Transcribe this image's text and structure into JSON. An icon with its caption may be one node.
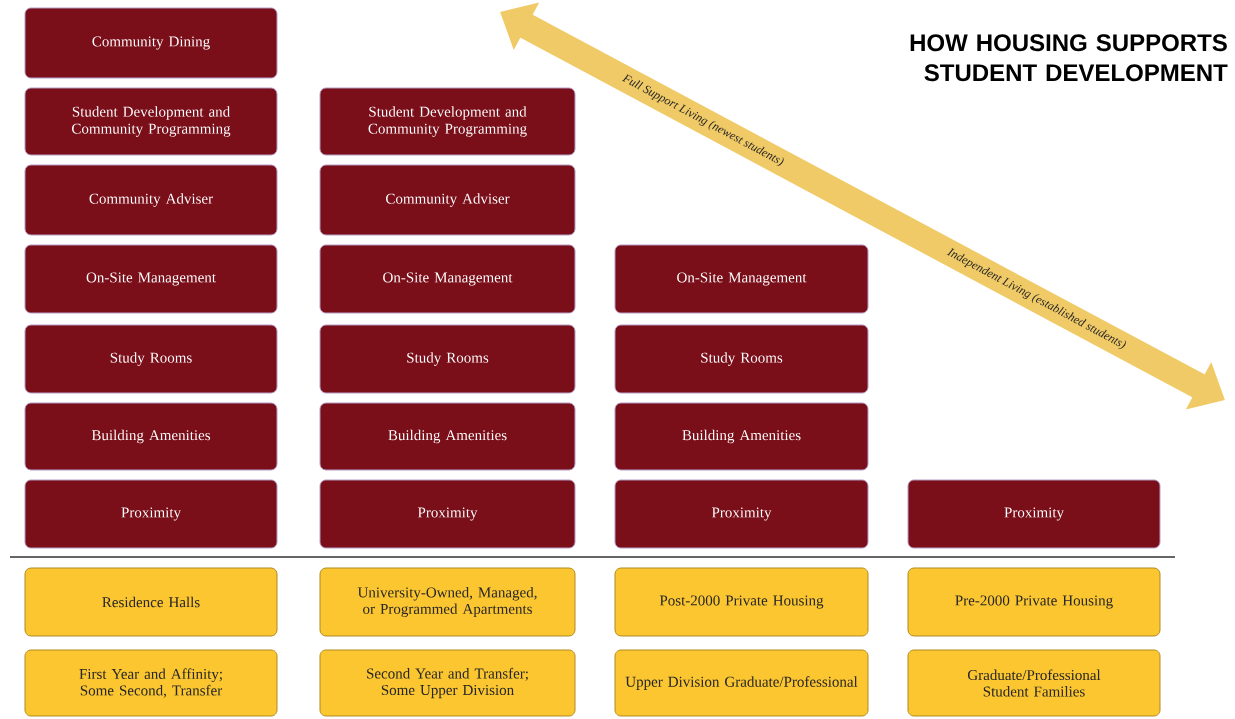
{
  "diagram": {
    "title": "HOW HOUSING SUPPORTS STUDENT DEVELOPMENT",
    "nodes": [
      {
        "text": [
          "Community Dining"
        ]
      },
      {
        "text": [
          "Student Development and Community Programming"
        ]
      },
      {
        "text": [
          "Community Adviser"
        ]
      },
      {
        "text": [
          "On-Site Management"
        ]
      },
      {
        "text": [
          "Study Rooms"
        ]
      },
      {
        "text": [
          "Building Amenities"
        ]
      },
      {
        "text": [
          "Proximity"
        ]
      },
      {
        "text": [
          "Student Development and Community Programming"
        ]
      },
      {
        "text": [
          "Community Adviser"
        ]
      },
      {
        "text": [
          "On-Site Management"
        ]
      },
      {
        "text": [
          "Study Rooms"
        ]
      },
      {
        "text": [
          "Building Amenities"
        ]
      },
      {
        "text": [
          "Proximity"
        ]
      },
      {
        "text": [
          "On-Site Management"
        ]
      },
      {
        "text": [
          "Study Rooms"
        ]
      },
      {
        "text": [
          "Building Amenities"
        ]
      },
      {
        "text": [
          "Proximity"
        ]
      },
      {
        "text": [
          "Proximity"
        ]
      },
      {
        "text": [
          "Residence Halls"
        ]
      },
      {
        "text": [
          "University-Owned, Managed, or Programmed Apartments"
        ]
      },
      {
        "text": [
          "Post-2000 Private Housing"
        ]
      },
      {
        "text": [
          "Pre-2000 Private Housing"
        ]
      },
      {
        "text": [
          "First Year and Affinity; Some Second, Transfer"
        ]
      },
      {
        "text": [
          "Second Year and Transfer; Some Upper Division"
        ]
      },
      {
        "text": [
          "Upper Division Graduate/Professional"
        ]
      },
      {
        "text": [
          "Graduate/Professional Student Families"
        ]
      }
    ],
    "labels": [
      "Full Support Living (newest students)",
      "Independent Living (established students)"
    ]
  }
}
